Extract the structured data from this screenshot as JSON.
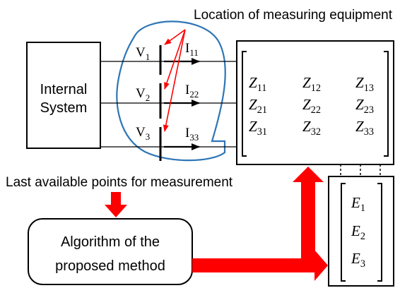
{
  "labels": {
    "top_caption": "Location of measuring equipment",
    "internal_system": [
      "Internal",
      "System"
    ],
    "last_points": "Last available points for measurement",
    "algorithm": [
      "Algorithm of the",
      "proposed method"
    ]
  },
  "voltages": [
    {
      "base": "V",
      "sub": "1"
    },
    {
      "base": "V",
      "sub": "2"
    },
    {
      "base": "V",
      "sub": "3"
    }
  ],
  "currents": [
    {
      "base": "I",
      "sub": "11"
    },
    {
      "base": "I",
      "sub": "22"
    },
    {
      "base": "I",
      "sub": "33"
    }
  ],
  "impedance_matrix": [
    [
      {
        "base": "Z",
        "sub": "11"
      },
      {
        "base": "Z",
        "sub": "12"
      },
      {
        "base": "Z",
        "sub": "13"
      }
    ],
    [
      {
        "base": "Z",
        "sub": "21"
      },
      {
        "base": "Z",
        "sub": "22"
      },
      {
        "base": "Z",
        "sub": "23"
      }
    ],
    [
      {
        "base": "Z",
        "sub": "31"
      },
      {
        "base": "Z",
        "sub": "32"
      },
      {
        "base": "Z",
        "sub": "33"
      }
    ]
  ],
  "error_vector": [
    {
      "base": "E",
      "sub": "1"
    },
    {
      "base": "E",
      "sub": "2"
    },
    {
      "base": "E",
      "sub": "3"
    }
  ],
  "colors": {
    "ellipse": "#2e75b6",
    "red": "#ff0000",
    "lines": "#000000"
  }
}
